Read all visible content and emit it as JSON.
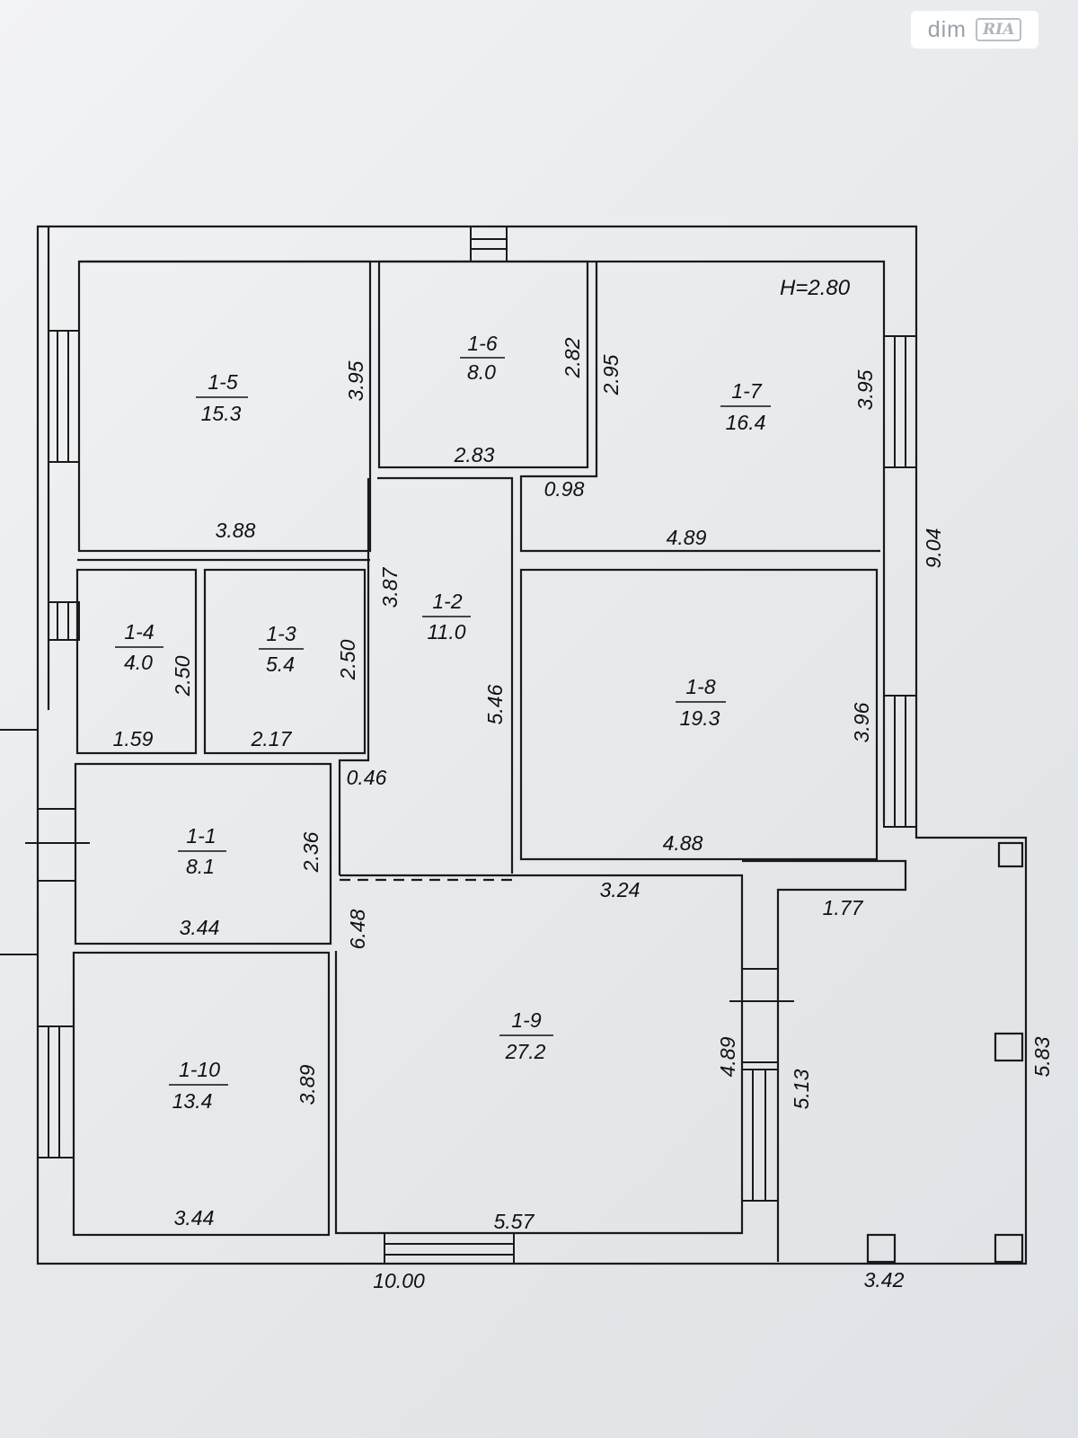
{
  "watermark": {
    "brand": "dim",
    "badge": "RIA"
  },
  "plan": {
    "ceiling_height": "H=2.80",
    "rooms": [
      {
        "id": "1-1",
        "area": "8.1"
      },
      {
        "id": "1-2",
        "area": "11.0"
      },
      {
        "id": "1-3",
        "area": "5.4"
      },
      {
        "id": "1-4",
        "area": "4.0"
      },
      {
        "id": "1-5",
        "area": "15.3"
      },
      {
        "id": "1-6",
        "area": "8.0"
      },
      {
        "id": "1-7",
        "area": "16.4"
      },
      {
        "id": "1-8",
        "area": "19.3"
      },
      {
        "id": "1-9",
        "area": "27.2"
      },
      {
        "id": "1-10",
        "area": "13.4"
      }
    ],
    "dimensions": {
      "r5_height": "3.95",
      "r5_width": "3.88",
      "r6_height": "2.82",
      "r6_width": "2.83",
      "r6_outer_height": "2.95",
      "r6_offset": "0.98",
      "r7_height": "3.95",
      "r7_width": "4.89",
      "total_height": "9.04",
      "r2_height": "3.87",
      "r2_length": "5.46",
      "r4_height": "2.50",
      "r4_width": "1.59",
      "r3_height": "2.50",
      "r3_width": "2.17",
      "hall_step": "0.46",
      "r8_height": "3.96",
      "r8_width": "4.88",
      "r1_height": "2.36",
      "r1_width": "3.44",
      "r9_top": "3.24",
      "r9_left": "6.48",
      "r9_right": "4.89",
      "r9_bottom": "5.57",
      "r10_height": "3.89",
      "r10_width": "3.44",
      "terrace_top": "1.77",
      "terrace_inner": "5.13",
      "terrace_height": "5.83",
      "terrace_width": "3.42",
      "total_width": "10.00"
    }
  }
}
